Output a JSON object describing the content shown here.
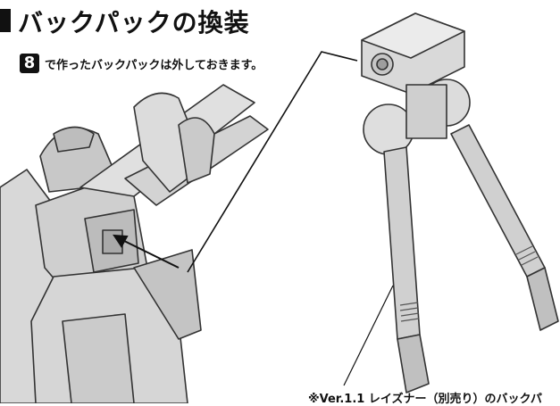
{
  "header": {
    "title": "バックパックの換装"
  },
  "step": {
    "number": "8",
    "instruction": "で作ったバックパックは外しておきます。"
  },
  "footnote": {
    "text": "※Ver.1.1 レイズナー（別売り）のバックパ"
  }
}
